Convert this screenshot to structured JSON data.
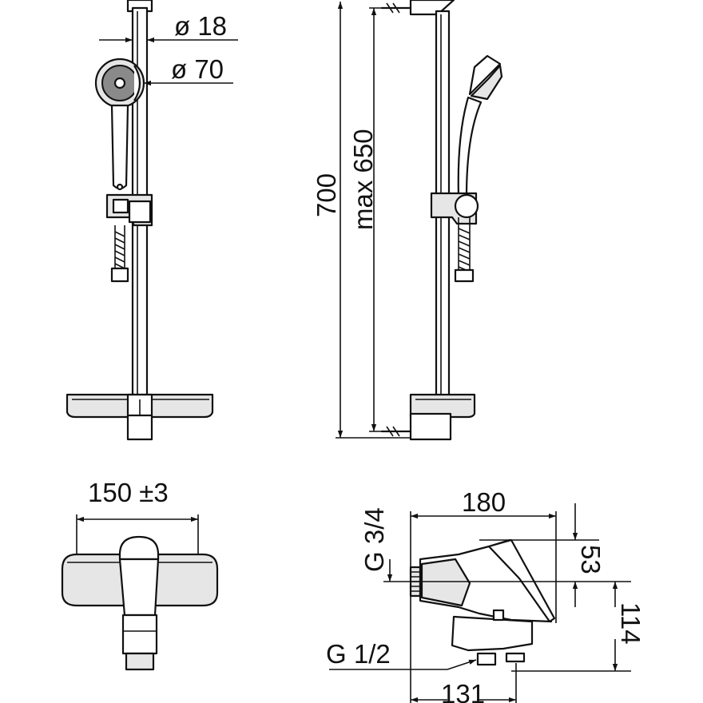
{
  "labels": {
    "dia18": "ø 18",
    "dia70": "ø 70",
    "len700": "700",
    "max650": "max 650",
    "w150": "150 ±3",
    "w180": "180",
    "g34": "G 3/4",
    "h53": "53",
    "h114": "114",
    "g12": "G 1/2",
    "d131": "131"
  },
  "colors": {
    "line": "#111111",
    "fill": "#e6e6e6",
    "background": "#ffffff"
  }
}
